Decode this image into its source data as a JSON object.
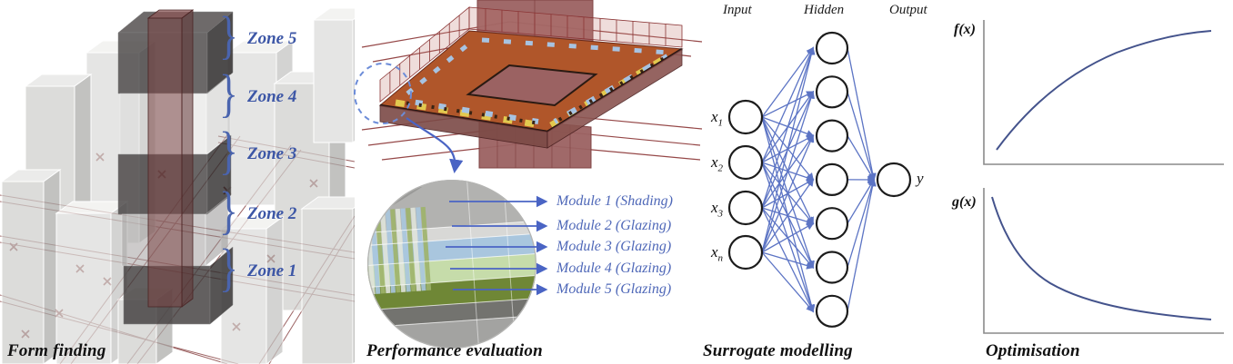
{
  "panels": {
    "form_finding": {
      "caption": "Form finding",
      "brace_glyph": "}",
      "zones": [
        {
          "label": "Zone 5"
        },
        {
          "label": "Zone 4"
        },
        {
          "label": "Zone 3"
        },
        {
          "label": "Zone 2"
        },
        {
          "label": "Zone 1"
        }
      ]
    },
    "performance_evaluation": {
      "caption": "Performance evaluation",
      "modules": [
        {
          "label": "Module 1 (Shading)"
        },
        {
          "label": "Module 2 (Glazing)"
        },
        {
          "label": "Module 3 (Glazing)"
        },
        {
          "label": "Module 4 (Glazing)"
        },
        {
          "label": "Module 5 (Glazing)"
        }
      ]
    },
    "surrogate_modelling": {
      "caption": "Surrogate modelling",
      "headers": [
        {
          "label": "Input"
        },
        {
          "label": "Hidden"
        },
        {
          "label": "Output"
        }
      ],
      "inputs": [
        {
          "base": "x",
          "sub": "1"
        },
        {
          "base": "x",
          "sub": "2"
        },
        {
          "base": "x",
          "sub": "3"
        },
        {
          "base": "x",
          "sub": "n"
        }
      ],
      "hidden_count": 7,
      "output_label": "y"
    },
    "optimisation": {
      "caption": "Optimisation",
      "plots": [
        {
          "label": "f(x)",
          "curve_shape": "concave increasing"
        },
        {
          "label": "g(x)",
          "curve_shape": "convex decreasing"
        }
      ]
    }
  },
  "colors": {
    "annotation_blue": "#3c56a6",
    "arrow_blue": "#5c74c4",
    "wireframe_red": "#8a3434",
    "core_red": "#7a4444",
    "curve_blue": "#44538c",
    "band_gray": "#b2b2b0",
    "band_white_gray": "#d8d8d6",
    "band_blue": "#a9c6de",
    "band_light_green": "#c6dcaa",
    "band_olive": "#6f8736"
  }
}
